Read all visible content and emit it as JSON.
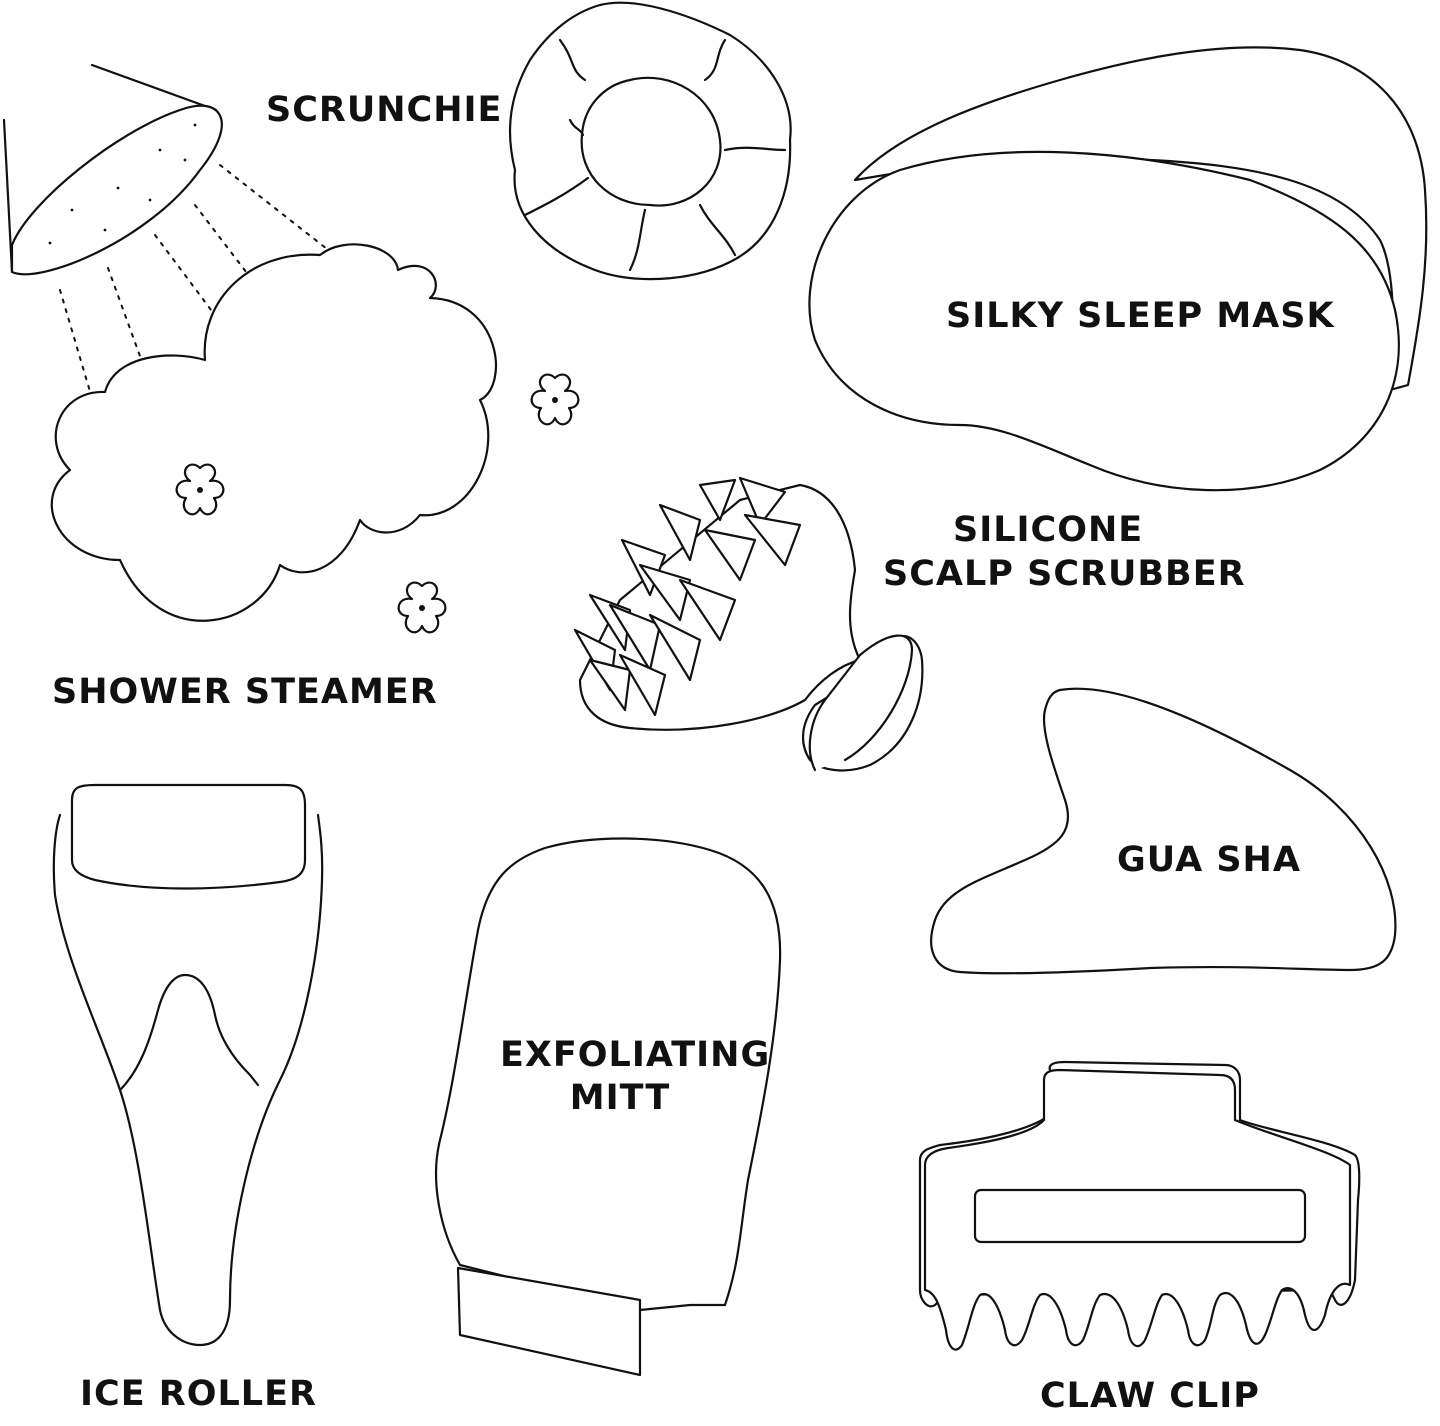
{
  "labels": {
    "scrunchie": "SCRUNCHIE",
    "sleep_mask": "SILKY SLEEP MASK",
    "scrubber_line1": "SILICONE",
    "scrubber_line2": "SCALP SCRUBBER",
    "shower_steamer": "SHOWER STEAMER",
    "gua_sha": "GUA SHA",
    "mitt_line1": "EXFOLIATING",
    "mitt_line2": "MITT",
    "ice_roller": "ICE ROLLER",
    "claw_clip": "CLAW CLIP"
  },
  "icons": [
    "showerhead-icon",
    "steam-cloud-icon",
    "flower-icon",
    "scrunchie-icon",
    "sleep-mask-icon",
    "scalp-scrubber-icon",
    "gua-sha-icon",
    "ice-roller-icon",
    "exfoliating-mitt-icon",
    "claw-clip-icon"
  ],
  "colors": {
    "line": "#111111",
    "background": "#ffffff"
  }
}
